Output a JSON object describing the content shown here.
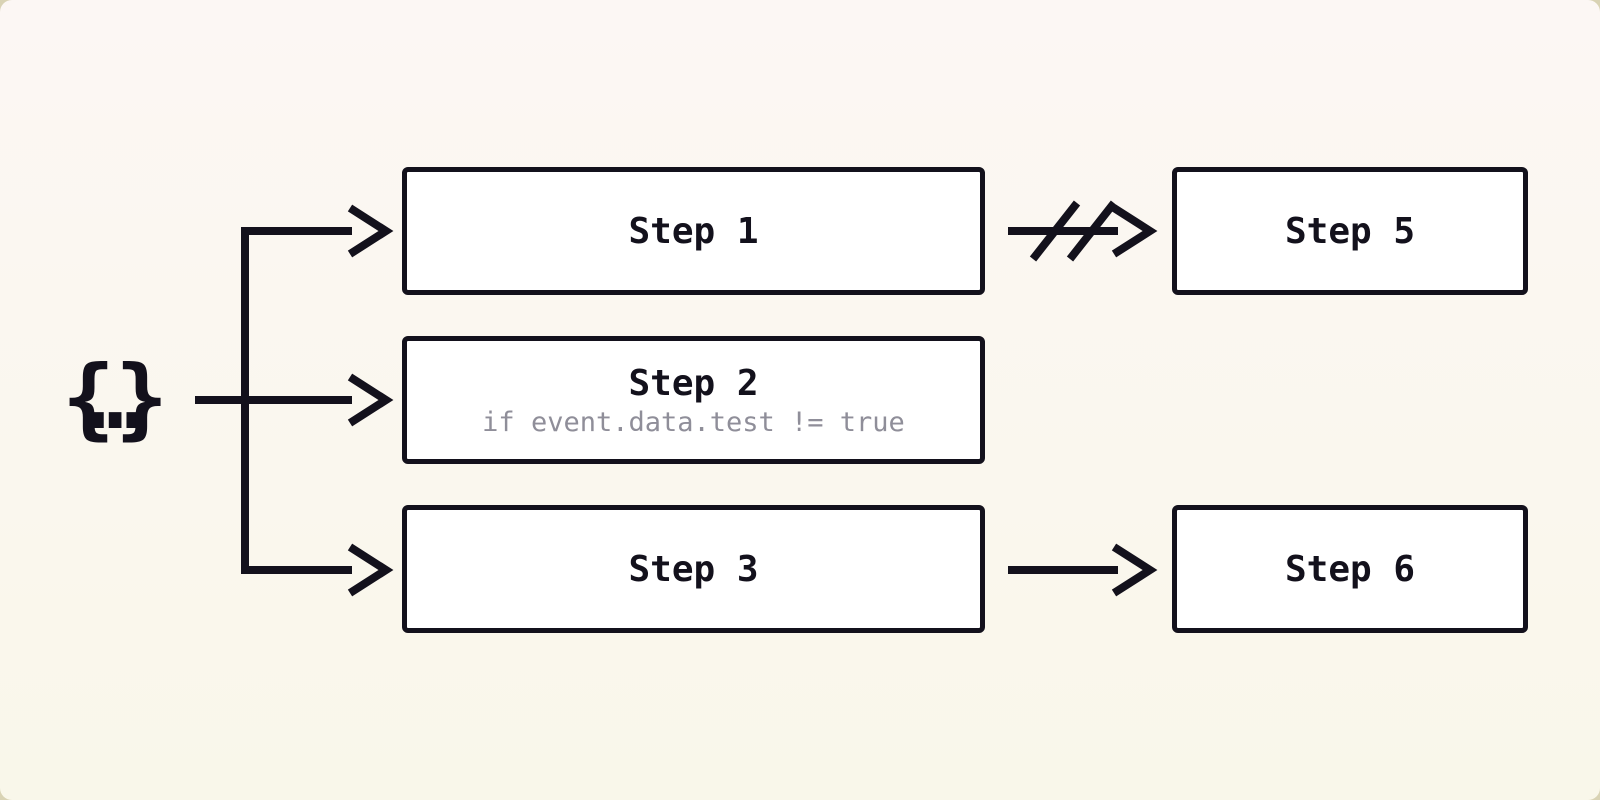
{
  "canvas": {
    "outer_background": "#d9d3b4",
    "background_top": "#fcf7f4",
    "background_bottom": "#f9f7ea",
    "stroke_color": "#13111c",
    "node_fill": "#ffffff",
    "condition_color": "#8f8e99"
  },
  "event": {
    "symbol": "{…}"
  },
  "nodes": [
    {
      "id": "step1",
      "label": "Step 1"
    },
    {
      "id": "step2",
      "label": "Step 2",
      "condition": "if event.data.test != true"
    },
    {
      "id": "step3",
      "label": "Step 3"
    },
    {
      "id": "step5",
      "label": "Step 5"
    },
    {
      "id": "step6",
      "label": "Step 6"
    }
  ],
  "edges": [
    {
      "from": "event",
      "to": "step1",
      "type": "arrow"
    },
    {
      "from": "event",
      "to": "step2",
      "type": "arrow"
    },
    {
      "from": "event",
      "to": "step3",
      "type": "arrow"
    },
    {
      "from": "step1",
      "to": "step5",
      "type": "cancelled-arrow"
    },
    {
      "from": "step3",
      "to": "step6",
      "type": "arrow"
    }
  ]
}
